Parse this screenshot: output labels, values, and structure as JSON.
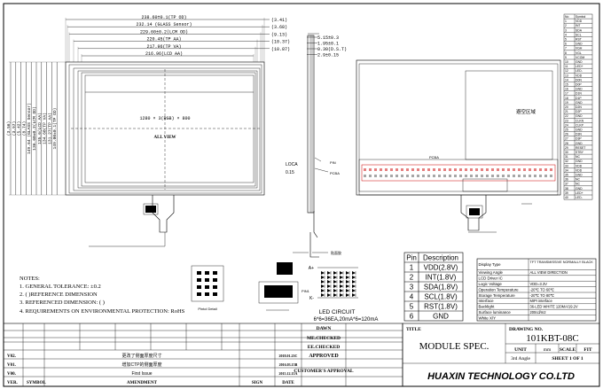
{
  "front_view": {
    "dims_top": [
      {
        "label": "238.60±0.1(TP OD)",
        "right": "(3.41)"
      },
      {
        "label": "232.14 (GLASS Sensor)",
        "right": "(3.68)"
      },
      {
        "label": "229.60±0.2(LCM OD)",
        "right": "(9.13)"
      },
      {
        "label": "220.45(TP AA)",
        "right": "(10.37)"
      },
      {
        "label": "217.96(TP VA)",
        "right": "(10.87)"
      },
      {
        "label": "216.96(LCD AA)",
        "right": ""
      }
    ],
    "dims_left": [
      "(3.56)",
      "(3.97)",
      "(5.42)",
      "(8.74)",
      "149.64 (GLASS Sensor)",
      "136.60±0.2(LCM OD)",
      "135.6(LCD AA)",
      "134.60(TP VA)",
      "131.27(TP AA)",
      "149.00±0.1(TP OD)"
    ],
    "resolution": "1280 × 3(RGB) × 800",
    "view_label": "ALL VIEW"
  },
  "side_view": {
    "dims": [
      "5.15±0.3",
      "1.95±0.1",
      "0.30(D.S.T)",
      "2.9±0.15"
    ],
    "locka": "LOCA",
    "locka_val": "0.15",
    "mark1": "PIN",
    "mark2": "PCBA",
    "mark3": "贴面胶"
  },
  "back_view": {
    "zone_label": "避空区域",
    "pcb_label": "PCBA"
  },
  "bom_table": {
    "header": [
      "No",
      "Symbol"
    ],
    "rows": [
      [
        "1",
        "VDD"
      ],
      [
        "2",
        "INT"
      ],
      [
        "3",
        "SDA"
      ],
      [
        "4",
        "SCL"
      ],
      [
        "5",
        "RST"
      ],
      [
        "6",
        "GND"
      ],
      [
        "7",
        "VGH"
      ],
      [
        "8",
        "VGL"
      ],
      [
        "9",
        "VCOM"
      ],
      [
        "10",
        "GND"
      ],
      [
        "11",
        "LED+"
      ],
      [
        "12",
        "LED-"
      ],
      [
        "13",
        "VDD"
      ],
      [
        "14",
        "D0N"
      ],
      [
        "15",
        "D0P"
      ],
      [
        "16",
        "GND"
      ],
      [
        "17",
        "D1N"
      ],
      [
        "18",
        "D1P"
      ],
      [
        "19",
        "GND"
      ],
      [
        "20",
        "D2N"
      ],
      [
        "21",
        "D2P"
      ],
      [
        "22",
        "GND"
      ],
      [
        "23",
        "CLKN"
      ],
      [
        "24",
        "CLKP"
      ],
      [
        "25",
        "GND"
      ],
      [
        "26",
        "D3N"
      ],
      [
        "27",
        "D3P"
      ],
      [
        "28",
        "GND"
      ],
      [
        "29",
        "RESET"
      ],
      [
        "30",
        "STBY"
      ],
      [
        "31",
        "NC"
      ],
      [
        "32",
        "GND"
      ],
      [
        "33",
        "VDD"
      ],
      [
        "34",
        "VDD"
      ],
      [
        "35",
        "GND"
      ],
      [
        "36",
        "NC"
      ],
      [
        "37",
        "NC"
      ],
      [
        "38",
        "GND"
      ],
      [
        "39",
        "LED+"
      ],
      [
        "40",
        "LED-"
      ]
    ]
  },
  "notes": {
    "title": "NOTES:",
    "items": [
      "1. GENERAL TOLERANCE: ±0.2",
      "2. (   )REFERENCE DIMENSION",
      "3. REFERENCED DIMENSION: (   )",
      "4. REQUIREMENTS ON ENVIRONMENTAL PROTECTION: RoHS"
    ]
  },
  "pinout_detail_label": "Pintol Detail",
  "pin1_label": "PIN1",
  "led_circuit": {
    "title": "LED CIRCUIT",
    "desc": "6*6=36EA,20mA*6=120mA",
    "a_label": "A+",
    "k_label": "K-"
  },
  "pin_table": {
    "header": [
      "Pin",
      "Description"
    ],
    "rows": [
      [
        "1",
        "VDD(2.8V)"
      ],
      [
        "2",
        "INT(1.8V)"
      ],
      [
        "3",
        "SDA(1.8V)"
      ],
      [
        "4",
        "SCL(1.8V)"
      ],
      [
        "5",
        "RST(1.8V)"
      ],
      [
        "6",
        "GND"
      ]
    ]
  },
  "spec_table": {
    "rows": [
      [
        "Display Type",
        "TFT TRANSMISSIVE NORMALLY BLACK"
      ],
      [
        "Viewing Angle",
        "ALL VIEW DIRECTION"
      ],
      [
        "LCD Driver IC",
        ""
      ],
      [
        "Logic Voltage",
        "VDD=3.3V"
      ],
      [
        "Operation Temperature",
        "-20℃ TO 60℃"
      ],
      [
        "Storage Temperature",
        "-20℃ TO 80℃"
      ],
      [
        "Interface",
        "MIPI interface"
      ],
      [
        "Backlight",
        "36-LED WHITE 120MA/19.2V"
      ],
      [
        "Surface luminance",
        "200cd/m2"
      ],
      [
        "White X/Y",
        ""
      ]
    ]
  },
  "revision_block": {
    "drawn": "DAWN",
    "me_checked": "ME.CHECKED",
    "ee_checked": "EE.CHECKED",
    "approved": "APPROVED",
    "customers": "CUSTOMER'S APPROVAL",
    "rows": [
      {
        "ver": "V02.",
        "amend": "更改了侧面厚度尺寸",
        "date": "2018.01.23C"
      },
      {
        "ver": "V01.",
        "amend": "增加CTP的侧面厚度",
        "date": "2016.03.15B"
      },
      {
        "ver": "V00.",
        "amend": "First Issue",
        "date": "2015.12.15A"
      }
    ],
    "footer": [
      "VER.",
      "SYMBOL",
      "AMENDMENT",
      "SIGN",
      "DATE"
    ]
  },
  "title_block": {
    "title_label": "TITLE",
    "title": "MODULE SPEC.",
    "drawing_no_label": "DRAWING NO.",
    "drawing_no": "101KBT-08C",
    "unit_label": "UNIT",
    "unit": "mm",
    "scale_label": "SCALE",
    "fit_label": "FIT",
    "angle": "3rd Angle",
    "sheet": "SHEET 1 OF 1",
    "company": "HUAXIN TECHNOLOGY CO.LTD"
  }
}
